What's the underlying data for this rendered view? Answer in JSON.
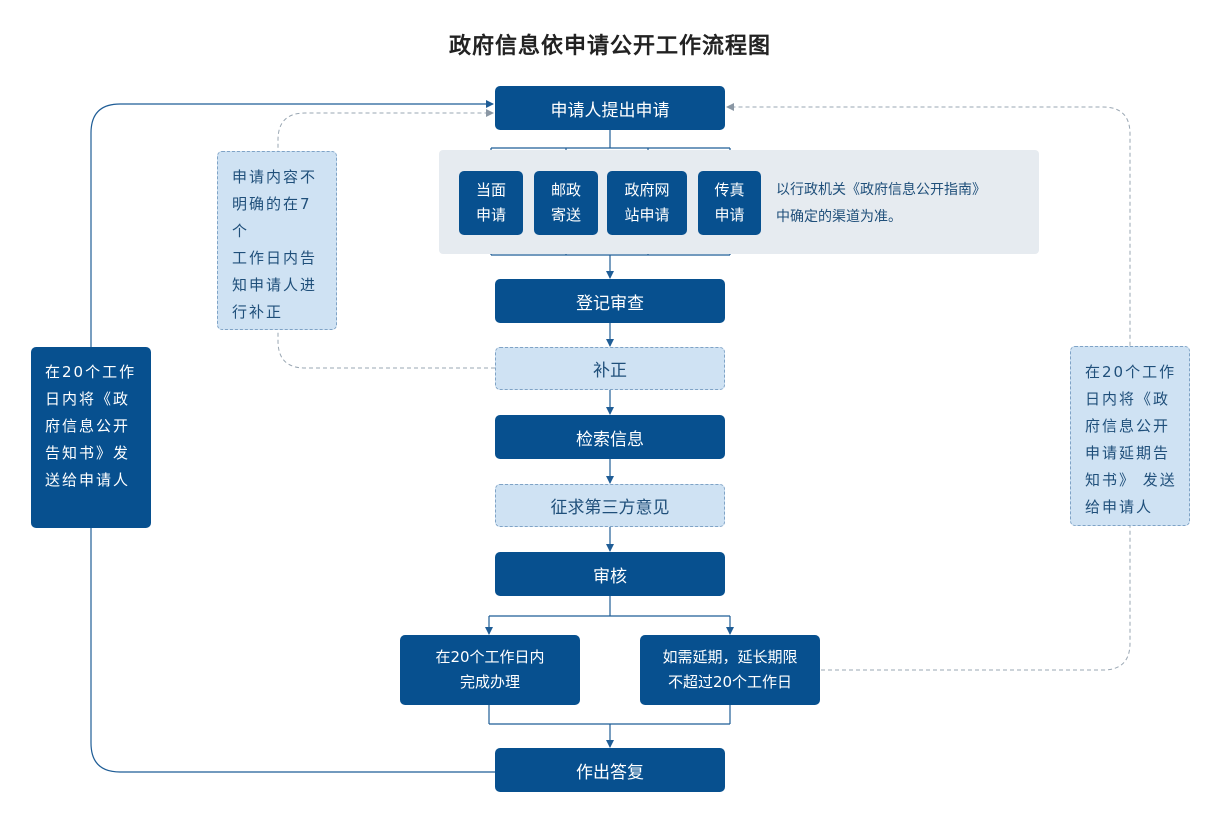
{
  "title": "政府信息依申请公开工作流程图",
  "steps": {
    "apply": "申请人提出申请",
    "register": "登记审查",
    "correct": "补正",
    "retrieve": "检索信息",
    "third_party": "征求第三方意见",
    "review": "审核",
    "reply": "作出答复"
  },
  "channels": [
    {
      "line1": "当面",
      "line2": "申请"
    },
    {
      "line1": "邮政",
      "line2": "寄送"
    },
    {
      "line1": "政府网",
      "line2": "站申请"
    },
    {
      "line1": "传真",
      "line2": "申请"
    }
  ],
  "channel_note": {
    "line1": "以行政机关《政府信息公开指南》",
    "line2": "中确定的渠道为准。"
  },
  "branches": {
    "complete": {
      "line1": "在20个工作日内",
      "line2": "完成办理"
    },
    "extend": {
      "line1": "如需延期，延长期限",
      "line2": "不超过20个工作日"
    }
  },
  "side_notes": {
    "unclear": [
      "申请内容不",
      "明确的在7个",
      "工作日内告",
      "知申请人进",
      "行补正"
    ],
    "left": [
      "在20个工作",
      "日内将《政",
      "府信息公开",
      "告知书》发",
      "送给申请人"
    ],
    "right": [
      "在20个工作",
      "日内将《政",
      "府信息公开",
      "申请延期告",
      "知书》 发送",
      "给申请人"
    ]
  },
  "colors": {
    "dark_box": "#07508f",
    "light_box": "#cfe2f3",
    "channel_bg": "#e6ebf0",
    "line": "#1f5d96",
    "dashed_line": "#9aa7b3"
  }
}
